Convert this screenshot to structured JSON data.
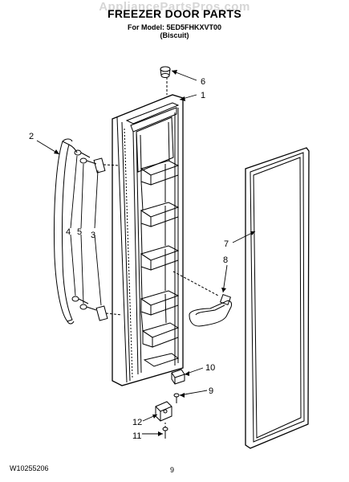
{
  "header": {
    "watermark": "AppliancePartsPros.com",
    "title": "FREEZER DOOR PARTS",
    "model_line": "For Model: 5ED5FHKXVT00",
    "color_line": "(Biscuit)"
  },
  "callouts": {
    "c1": "1",
    "c2": "2",
    "c3": "3",
    "c4": "4",
    "c5": "5",
    "c6": "6",
    "c7": "7",
    "c8": "8",
    "c9": "9",
    "c10": "10",
    "c11": "11",
    "c12": "12"
  },
  "footer": {
    "doc_number": "W10255206",
    "page_number": "9"
  }
}
